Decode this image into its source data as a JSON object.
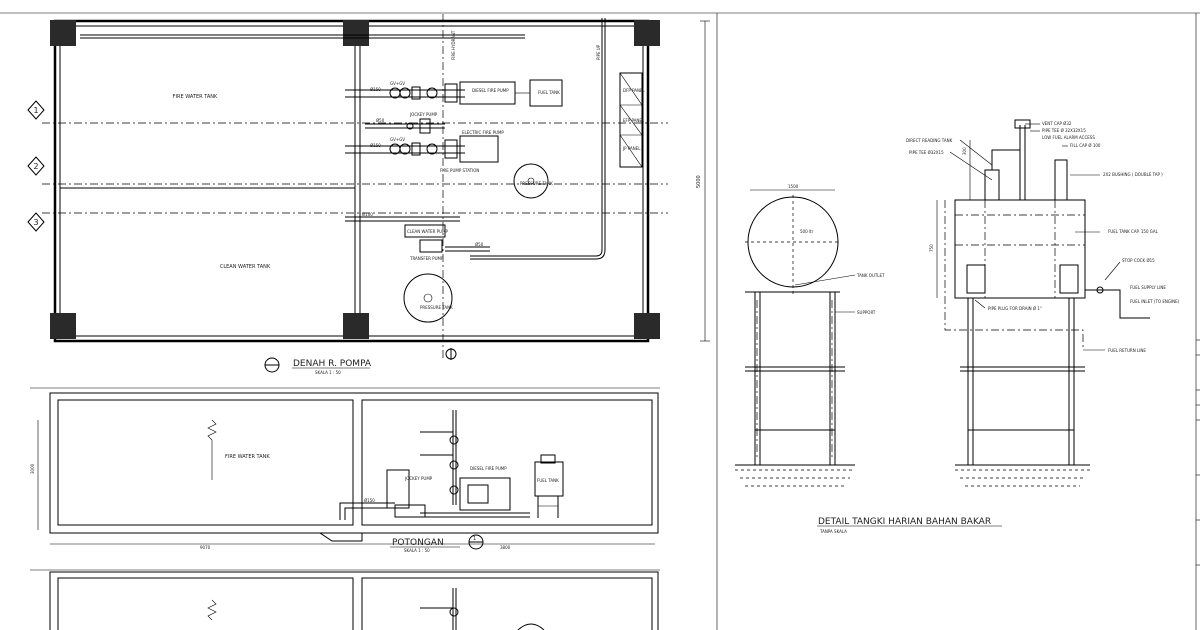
{
  "sheet": {
    "plan_title": "DENAH R. POMPA",
    "plan_scale": "SKALA 1 : 50",
    "section_title": "POTONGAN",
    "section_scale": "SKALA 1 : 50",
    "section_marker": "1",
    "detail_title": "DETAIL TANGKI HARIAN BAHAN BAKAR",
    "detail_scale": "TANPA SKALA"
  },
  "grid": {
    "markers": [
      "1",
      "2",
      "3"
    ]
  },
  "plan": {
    "fire_water_tank": "FIRE WATER TANK",
    "clean_water_tank": "CLEAN WATER TANK",
    "diesel_pump": "DIESEL FIRE PUMP",
    "fuel_tank": "FUEL TANK",
    "jockey_pump": "JOCKEY PUMP",
    "electric_pump": "ELECTRIC FIRE PUMP",
    "pump_station": "FIRE PUMP STATION",
    "pressure_tank": "PRESSURE TANK",
    "clean_pump": "CLEAN WATER PUMP",
    "transfer_pump": "TRANSFER PUMP",
    "panel_1": "DFP PANEL",
    "panel_2": "EFP PANEL",
    "panel_3": "JP PANEL",
    "gv_1": "GV+GV",
    "gv_2": "GV+GV",
    "dim_right": "5000",
    "pipe_1": "Ø150",
    "pipe_2": "Ø50",
    "pipe_3": "Ø150",
    "pipe_4": "Ø100",
    "pipe_5": "Ø50",
    "riser_label": "PIPE UP",
    "riser_label_2": "FIRE HYDRANT"
  },
  "section": {
    "fire_water_tank": "FIRE WATER TANK",
    "jockey_pump": "JOCKEY PUMP",
    "diesel_pump": "DIESEL FIRE PUMP",
    "fuel_tank": "FUEL TANK",
    "dim_left": "3000",
    "dim_1": "9070",
    "dim_2": "3800",
    "pipe_1": "Ø150"
  },
  "detail": {
    "capacity": "500 ltr",
    "tank_outlet": "TANK OUTLET",
    "support": "SUPPORT",
    "dim_width": "1500",
    "dim_height": "750",
    "vent_cap": "VENT CAP Ø32",
    "pipe_tee_1": "PIPE TEE Ø 32X32X15",
    "low_fuel": "LOW FUEL ALARM ACCESS",
    "fill_cap": "FILL CAP Ø 100",
    "direct_reading": "DIRECT READING TANK",
    "pipe_tee_2": "PIPE TEE Ø32X15",
    "bushing": "2X2 BUSHING ( DOUBLE TAP )",
    "fuel_cap": "FUEL TANK CAP. 150 GAL",
    "stop_cock": "STOP COCK Ø15",
    "supply_line": "FUEL SUPPLY LINE",
    "fuel_inlet": "FUEL INLET (TO ENGINE)",
    "pipe_plug": "PIPE PLUG FOR DRAIN Ø 1\"",
    "return_line": "FUEL RETURN LINE",
    "dim_small": "300"
  }
}
